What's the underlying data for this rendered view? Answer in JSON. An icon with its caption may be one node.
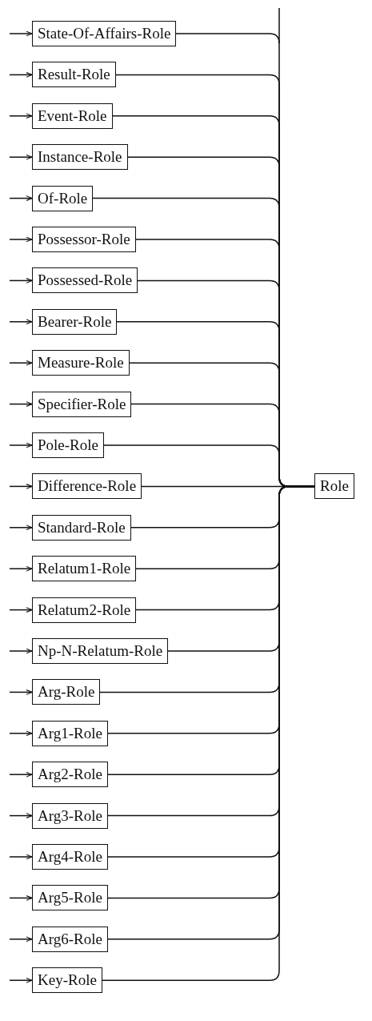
{
  "diagram": {
    "nodes": [
      {
        "text": [
          "State-Of-Affairs-Role"
        ]
      },
      {
        "text": [
          "Result-Role"
        ]
      },
      {
        "text": [
          "Event-Role"
        ]
      },
      {
        "text": [
          "Instance-Role"
        ]
      },
      {
        "text": [
          "Of-Role"
        ]
      },
      {
        "text": [
          "Possessor-Role"
        ]
      },
      {
        "text": [
          "Possessed-Role"
        ]
      },
      {
        "text": [
          "Bearer-Role"
        ]
      },
      {
        "text": [
          "Measure-Role"
        ]
      },
      {
        "text": [
          "Specifier-Role"
        ]
      },
      {
        "text": [
          "Pole-Role"
        ]
      },
      {
        "text": [
          "Difference-Role"
        ]
      },
      {
        "text": [
          "Standard-Role"
        ]
      },
      {
        "text": [
          "Relatum1-Role"
        ]
      },
      {
        "text": [
          "Relatum2-Role"
        ]
      },
      {
        "text": [
          "Np-N-Relatum-Role"
        ]
      },
      {
        "text": [
          "Arg-Role"
        ]
      },
      {
        "text": [
          "Arg1-Role"
        ]
      },
      {
        "text": [
          "Arg2-Role"
        ]
      },
      {
        "text": [
          "Arg3-Role"
        ]
      },
      {
        "text": [
          "Arg4-Role"
        ]
      },
      {
        "text": [
          "Arg5-Role"
        ]
      },
      {
        "text": [
          "Arg6-Role"
        ]
      },
      {
        "text": [
          "Key-Role"
        ]
      },
      {
        "text": [
          "Role"
        ]
      }
    ],
    "edges": [
      {
        "from": null,
        "to": 0,
        "arrow": "to"
      },
      {
        "from": null,
        "to": 1,
        "arrow": "to"
      },
      {
        "from": null,
        "to": 2,
        "arrow": "to"
      },
      {
        "from": null,
        "to": 3,
        "arrow": "to"
      },
      {
        "from": null,
        "to": 4,
        "arrow": "to"
      },
      {
        "from": null,
        "to": 5,
        "arrow": "to"
      },
      {
        "from": null,
        "to": 6,
        "arrow": "to"
      },
      {
        "from": null,
        "to": 7,
        "arrow": "to"
      },
      {
        "from": null,
        "to": 8,
        "arrow": "to"
      },
      {
        "from": null,
        "to": 9,
        "arrow": "to"
      },
      {
        "from": null,
        "to": 10,
        "arrow": "to"
      },
      {
        "from": null,
        "to": 11,
        "arrow": "to"
      },
      {
        "from": null,
        "to": 12,
        "arrow": "to"
      },
      {
        "from": null,
        "to": 13,
        "arrow": "to"
      },
      {
        "from": null,
        "to": 14,
        "arrow": "to"
      },
      {
        "from": null,
        "to": 15,
        "arrow": "to"
      },
      {
        "from": null,
        "to": 16,
        "arrow": "to"
      },
      {
        "from": null,
        "to": 17,
        "arrow": "to"
      },
      {
        "from": null,
        "to": 18,
        "arrow": "to"
      },
      {
        "from": null,
        "to": 19,
        "arrow": "to"
      },
      {
        "from": null,
        "to": 20,
        "arrow": "to"
      },
      {
        "from": null,
        "to": 21,
        "arrow": "to"
      },
      {
        "from": null,
        "to": 22,
        "arrow": "to"
      },
      {
        "from": null,
        "to": 23,
        "arrow": "to"
      },
      {
        "from": 0,
        "to": 24,
        "arrow": "none"
      },
      {
        "from": 1,
        "to": 24,
        "arrow": "none"
      },
      {
        "from": 2,
        "to": 24,
        "arrow": "none"
      },
      {
        "from": 3,
        "to": 24,
        "arrow": "none"
      },
      {
        "from": 4,
        "to": 24,
        "arrow": "none"
      },
      {
        "from": 5,
        "to": 24,
        "arrow": "none"
      },
      {
        "from": 6,
        "to": 24,
        "arrow": "none"
      },
      {
        "from": 7,
        "to": 24,
        "arrow": "none"
      },
      {
        "from": 8,
        "to": 24,
        "arrow": "none"
      },
      {
        "from": 9,
        "to": 24,
        "arrow": "none"
      },
      {
        "from": 10,
        "to": 24,
        "arrow": "none"
      },
      {
        "from": 11,
        "to": 24,
        "arrow": "none"
      },
      {
        "from": 12,
        "to": 24,
        "arrow": "none"
      },
      {
        "from": 13,
        "to": 24,
        "arrow": "none"
      },
      {
        "from": 14,
        "to": 24,
        "arrow": "none"
      },
      {
        "from": 15,
        "to": 24,
        "arrow": "none"
      },
      {
        "from": 16,
        "to": 24,
        "arrow": "none"
      },
      {
        "from": 17,
        "to": 24,
        "arrow": "none"
      },
      {
        "from": 18,
        "to": 24,
        "arrow": "none"
      },
      {
        "from": 19,
        "to": 24,
        "arrow": "none"
      },
      {
        "from": 20,
        "to": 24,
        "arrow": "none"
      },
      {
        "from": 21,
        "to": 24,
        "arrow": "none"
      },
      {
        "from": 22,
        "to": 24,
        "arrow": "none"
      },
      {
        "from": 23,
        "to": 24,
        "arrow": "none"
      }
    ]
  }
}
